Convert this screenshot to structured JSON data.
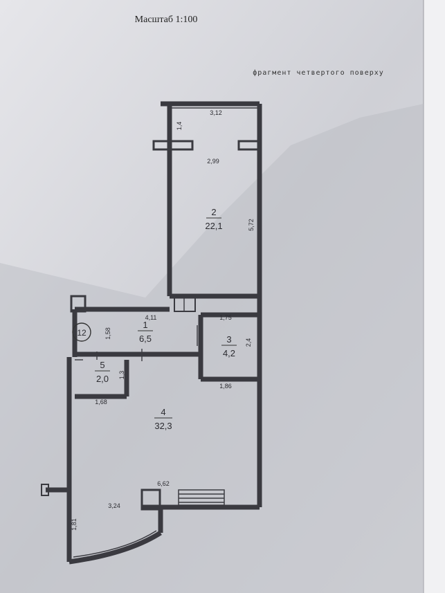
{
  "header": {
    "scale": "Масштаб 1:100",
    "fragment": "фрагмент четвертого поверху"
  },
  "axis_marker": "12",
  "rooms": [
    {
      "number": "1",
      "area": "6,5"
    },
    {
      "number": "2",
      "area": "22,1"
    },
    {
      "number": "3",
      "area": "4,2"
    },
    {
      "number": "4",
      "area": "32,3"
    },
    {
      "number": "5",
      "area": "2,0"
    }
  ],
  "dimensions": {
    "balcony_width": "3,12",
    "balcony_depth": "1,4",
    "room2_width": "2,99",
    "room2_length": "5,72",
    "corridor_width": "4,11",
    "corridor_depth": "1,58",
    "bath_width": "1,75",
    "bath_length": "2,4",
    "bath_bottom": "1,86",
    "storage_depth": "1,3",
    "storage_width": "1,68",
    "room4_width": "6,62",
    "bay_width": "3,24",
    "bay_depth": "1,81"
  }
}
